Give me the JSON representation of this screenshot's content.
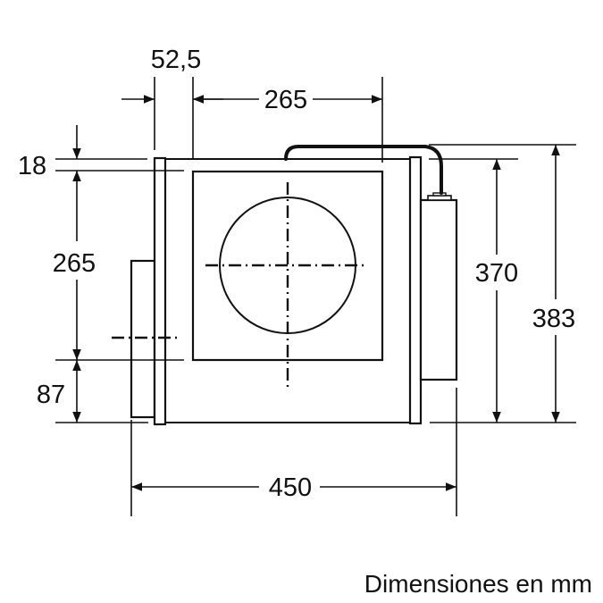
{
  "diagram": {
    "title": "Built-in extractor hood module dimension drawing (side view)",
    "unit_caption": "Dimensiones en mm",
    "dimensions": {
      "top_offset": "52,5",
      "top_width": "265",
      "left_top_gap": "18",
      "left_height": "265",
      "left_bottom": "87",
      "right_inner_height": "370",
      "right_total_height": "383",
      "bottom_total_width": "450"
    },
    "components": [
      "front-panel",
      "housing",
      "fan-opening",
      "fan-outlet-circle",
      "motor-box",
      "power-cable",
      "rear-flange",
      "left-duct-box"
    ],
    "colors": {
      "line": "#111111",
      "background": "#ffffff"
    }
  }
}
